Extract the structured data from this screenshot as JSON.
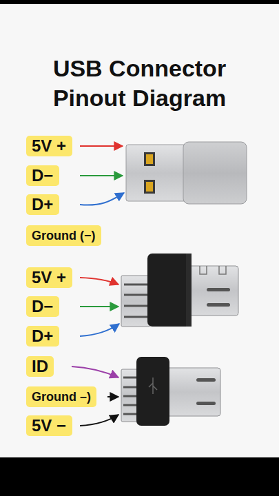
{
  "diagram": {
    "title": "USB Connector Pinout Diagram",
    "nodes": [
      {
        "text": [
          "5V +"
        ]
      },
      {
        "text": [
          "D−"
        ]
      },
      {
        "text": [
          "D+"
        ]
      },
      {
        "text": [
          "Ground (−)"
        ]
      },
      {
        "text": [
          "5V +"
        ]
      },
      {
        "text": [
          "D−"
        ]
      },
      {
        "text": [
          "D+"
        ]
      },
      {
        "text": [
          "ID"
        ]
      },
      {
        "text": [
          "Ground –)"
        ]
      },
      {
        "text": [
          "5V −"
        ]
      }
    ]
  }
}
